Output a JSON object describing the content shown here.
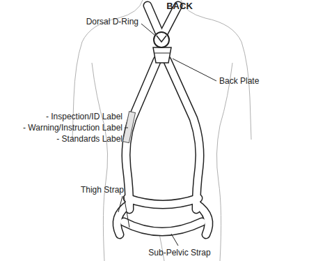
{
  "diagram": {
    "title": "BACK",
    "labels": [
      "Dorsal D-Ring",
      "Back Plate",
      "- Inspection/ID Label",
      "- Warning/Instruction Label",
      "- Standards Label",
      "Thigh Strap",
      "Sub-Pelvic Strap"
    ]
  }
}
